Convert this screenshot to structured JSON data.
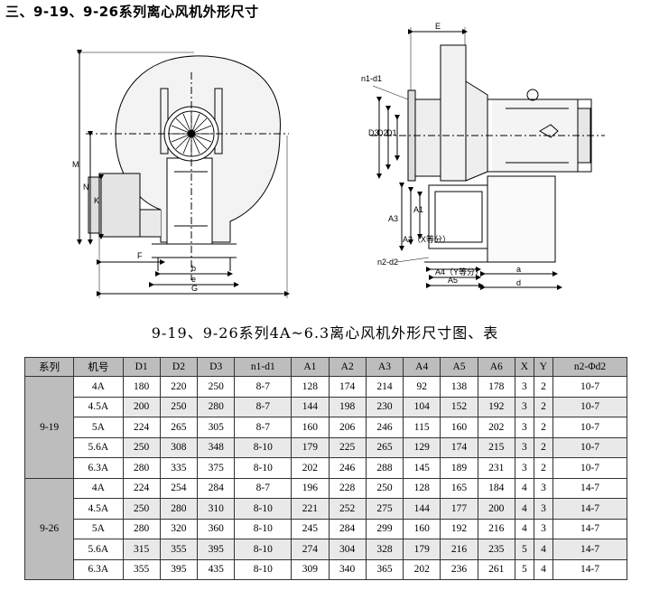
{
  "heading": "三、9-19、9-26系列离心风机外形尺寸",
  "caption": "9-19、9-26系列4A~6.3离心风机外形尺寸图、表",
  "drawing_labels": {
    "M": "M",
    "N": "N",
    "K": "K",
    "F": "F",
    "b": "b",
    "e": "e",
    "G": "G",
    "E": "E",
    "n1d1": "n1-d1",
    "D3": "D3",
    "D2": "D2",
    "D1": "D1",
    "A3": "A3",
    "A2": "A2（X等分）",
    "A1": "A1",
    "n2d2": "n2-d2",
    "A4": "A4（Y等分）",
    "A5": "A5",
    "a": "a",
    "d": "d"
  },
  "table": {
    "headers": [
      "系列",
      "机号",
      "D1",
      "D2",
      "D3",
      "n1-d1",
      "A1",
      "A2",
      "A3",
      "A4",
      "A5",
      "A6",
      "X",
      "Y",
      "n2-Φd2"
    ],
    "groups": [
      {
        "series": "9-19",
        "rows": [
          [
            "4A",
            "180",
            "220",
            "250",
            "8-7",
            "128",
            "174",
            "214",
            "92",
            "138",
            "178",
            "3",
            "2",
            "10-7"
          ],
          [
            "4.5A",
            "200",
            "250",
            "280",
            "8-7",
            "144",
            "198",
            "230",
            "104",
            "152",
            "192",
            "3",
            "2",
            "10-7"
          ],
          [
            "5A",
            "224",
            "265",
            "305",
            "8-7",
            "160",
            "206",
            "246",
            "115",
            "160",
            "202",
            "3",
            "2",
            "10-7"
          ],
          [
            "5.6A",
            "250",
            "308",
            "348",
            "8-10",
            "179",
            "225",
            "265",
            "129",
            "174",
            "215",
            "3",
            "2",
            "10-7"
          ],
          [
            "6.3A",
            "280",
            "335",
            "375",
            "8-10",
            "202",
            "246",
            "288",
            "145",
            "189",
            "231",
            "3",
            "2",
            "10-7"
          ]
        ]
      },
      {
        "series": "9-26",
        "rows": [
          [
            "4A",
            "224",
            "254",
            "284",
            "8-7",
            "196",
            "228",
            "250",
            "128",
            "165",
            "184",
            "4",
            "3",
            "14-7"
          ],
          [
            "4.5A",
            "250",
            "280",
            "310",
            "8-10",
            "221",
            "252",
            "275",
            "144",
            "177",
            "200",
            "4",
            "3",
            "14-7"
          ],
          [
            "5A",
            "280",
            "320",
            "360",
            "8-10",
            "245",
            "284",
            "299",
            "160",
            "192",
            "216",
            "4",
            "3",
            "14-7"
          ],
          [
            "5.6A",
            "315",
            "355",
            "395",
            "8-10",
            "274",
            "304",
            "328",
            "179",
            "216",
            "235",
            "5",
            "4",
            "14-7"
          ],
          [
            "6.3A",
            "355",
            "395",
            "435",
            "8-10",
            "309",
            "340",
            "365",
            "202",
            "236",
            "261",
            "5",
            "4",
            "14-7"
          ]
        ]
      }
    ]
  }
}
